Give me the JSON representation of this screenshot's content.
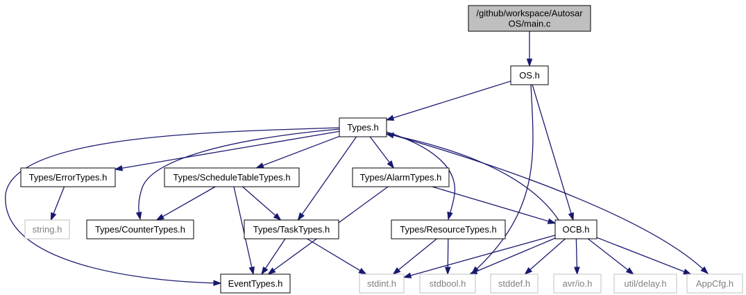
{
  "graph": {
    "colors": {
      "edge": "#191970",
      "root_fill": "#bfbfbf",
      "node_fill": "#ffffff",
      "node_border": "#000000",
      "missing_border": "#bfbfbf",
      "missing_text": "#7f7f7f"
    },
    "nodes": [
      {
        "id": "main_c",
        "lines": [
          "/github/workspace/Autosar",
          "OS/main.c"
        ],
        "kind": "root"
      },
      {
        "id": "os_h",
        "lines": [
          "OS.h"
        ],
        "kind": "normal"
      },
      {
        "id": "types_h",
        "lines": [
          "Types.h"
        ],
        "kind": "normal"
      },
      {
        "id": "errortypes_h",
        "lines": [
          "Types/ErrorTypes.h"
        ],
        "kind": "normal"
      },
      {
        "id": "scheduletabletypes_h",
        "lines": [
          "Types/ScheduleTableTypes.h"
        ],
        "kind": "normal"
      },
      {
        "id": "alarmtypes_h",
        "lines": [
          "Types/AlarmTypes.h"
        ],
        "kind": "normal"
      },
      {
        "id": "string_h",
        "lines": [
          "string.h"
        ],
        "kind": "missing"
      },
      {
        "id": "countertypes_h",
        "lines": [
          "Types/CounterTypes.h"
        ],
        "kind": "normal"
      },
      {
        "id": "tasktypes_h",
        "lines": [
          "Types/TaskTypes.h"
        ],
        "kind": "normal"
      },
      {
        "id": "resourcetypes_h",
        "lines": [
          "Types/ResourceTypes.h"
        ],
        "kind": "normal"
      },
      {
        "id": "ocb_h",
        "lines": [
          "OCB.h"
        ],
        "kind": "normal"
      },
      {
        "id": "eventtypes_h",
        "lines": [
          "EventTypes.h"
        ],
        "kind": "normal"
      },
      {
        "id": "stdint_h",
        "lines": [
          "stdint.h"
        ],
        "kind": "missing"
      },
      {
        "id": "stdbool_h",
        "lines": [
          "stdbool.h"
        ],
        "kind": "missing"
      },
      {
        "id": "stddef_h",
        "lines": [
          "stddef.h"
        ],
        "kind": "missing"
      },
      {
        "id": "avr_io_h",
        "lines": [
          "avr/io.h"
        ],
        "kind": "missing"
      },
      {
        "id": "util_delay_h",
        "lines": [
          "util/delay.h"
        ],
        "kind": "missing"
      },
      {
        "id": "appcfg_h",
        "lines": [
          "AppCfg.h"
        ],
        "kind": "missing"
      }
    ],
    "edges": [
      {
        "from": "main_c",
        "to": "os_h"
      },
      {
        "from": "os_h",
        "to": "types_h"
      },
      {
        "from": "os_h",
        "to": "ocb_h"
      },
      {
        "from": "os_h",
        "to": "stdbool_h"
      },
      {
        "from": "types_h",
        "to": "errortypes_h"
      },
      {
        "from": "types_h",
        "to": "scheduletabletypes_h"
      },
      {
        "from": "types_h",
        "to": "alarmtypes_h"
      },
      {
        "from": "types_h",
        "to": "countertypes_h"
      },
      {
        "from": "types_h",
        "to": "tasktypes_h"
      },
      {
        "from": "types_h",
        "to": "resourcetypes_h"
      },
      {
        "from": "types_h",
        "to": "eventtypes_h"
      },
      {
        "from": "types_h",
        "to": "appcfg_h"
      },
      {
        "from": "errortypes_h",
        "to": "string_h"
      },
      {
        "from": "scheduletabletypes_h",
        "to": "countertypes_h"
      },
      {
        "from": "scheduletabletypes_h",
        "to": "tasktypes_h"
      },
      {
        "from": "scheduletabletypes_h",
        "to": "eventtypes_h"
      },
      {
        "from": "alarmtypes_h",
        "to": "ocb_h"
      },
      {
        "from": "alarmtypes_h",
        "to": "eventtypes_h"
      },
      {
        "from": "tasktypes_h",
        "to": "eventtypes_h"
      },
      {
        "from": "tasktypes_h",
        "to": "stdint_h"
      },
      {
        "from": "resourcetypes_h",
        "to": "stdint_h"
      },
      {
        "from": "resourcetypes_h",
        "to": "stdbool_h"
      },
      {
        "from": "ocb_h",
        "to": "types_h"
      },
      {
        "from": "ocb_h",
        "to": "stdint_h"
      },
      {
        "from": "ocb_h",
        "to": "stdbool_h"
      },
      {
        "from": "ocb_h",
        "to": "stddef_h"
      },
      {
        "from": "ocb_h",
        "to": "avr_io_h"
      },
      {
        "from": "ocb_h",
        "to": "util_delay_h"
      },
      {
        "from": "ocb_h",
        "to": "appcfg_h"
      }
    ]
  }
}
